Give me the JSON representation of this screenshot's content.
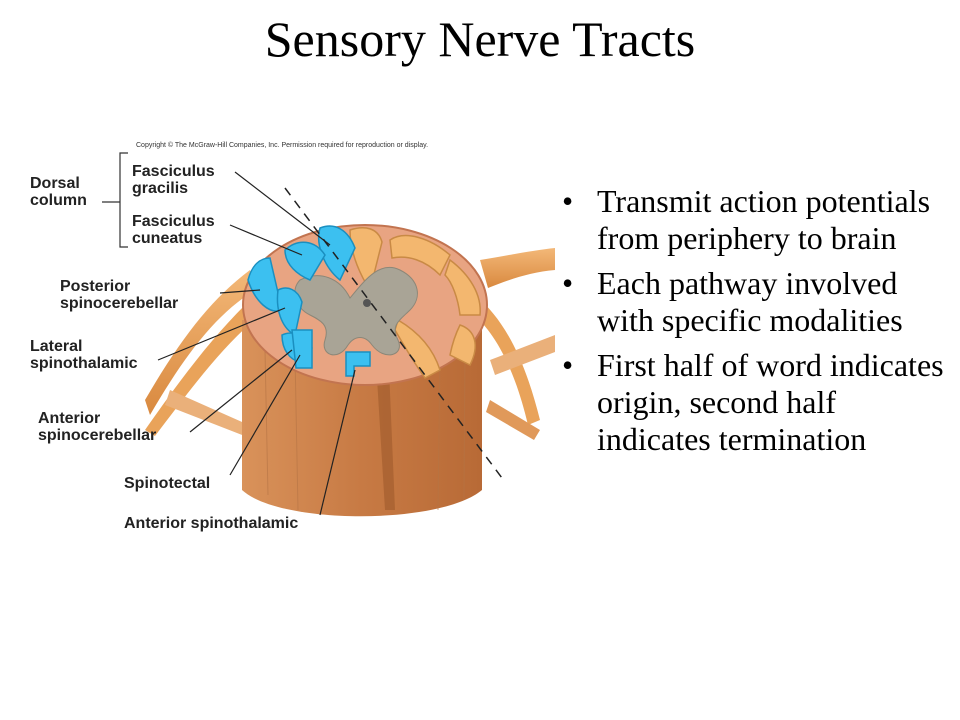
{
  "title": "Sensory Nerve Tracts",
  "figure": {
    "copyright": "Copyright © The McGraw-Hill Companies, Inc. Permission required for reproduction or display.",
    "labels": {
      "dorsal_column": "Dorsal\ncolumn",
      "fasciculus_gracilis": "Fasciculus\ngracilis",
      "fasciculus_cuneatus": "Fasciculus\ncuneatus",
      "posterior_spinocerebellar": "Posterior\nspinocerebellar",
      "lateral_spinothalamic": "Lateral\nspinothalamic",
      "anterior_spinocerebellar": "Anterior\nspinocerebellar",
      "spinotectal": "Spinotectal",
      "anterior_spinothalamic": "Anterior spinothalamic"
    },
    "colors": {
      "tract_blue": "#3cc0f0",
      "white_matter": "#e8a482",
      "gray_matter": "#a9a496",
      "nerve": "#e9a35a",
      "column_side": "#c9783e"
    }
  },
  "bullets": [
    "Transmit action potentials from periphery to brain",
    "Each pathway involved with specific modalities",
    "First half of word indicates origin, second half indicates termination"
  ]
}
